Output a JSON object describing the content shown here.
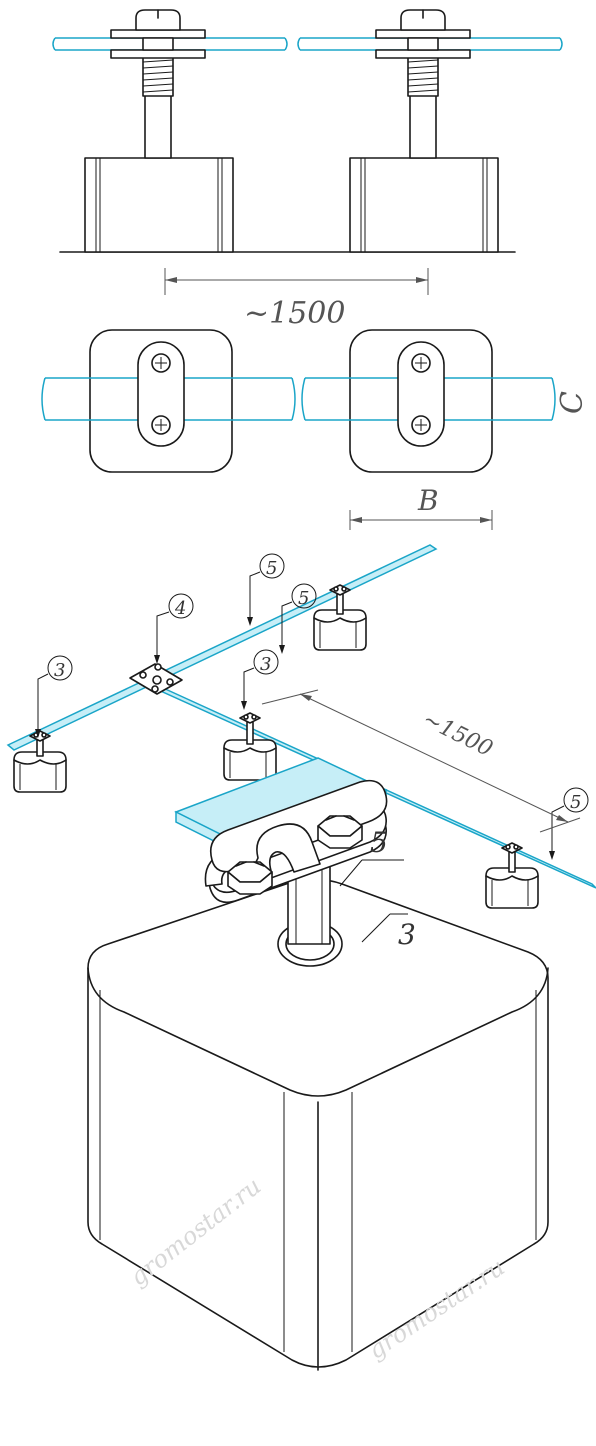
{
  "colors": {
    "line": "#1a1a1a",
    "conductor": "#1aa5c8",
    "conductor_fill": "#c6eef7",
    "dimension": "#555555",
    "watermark": "#d8d8d8"
  },
  "top_view": {
    "spacing_label": "~1500"
  },
  "plan_view": {
    "label_c": "C",
    "label_b": "B"
  },
  "iso_view": {
    "callouts": [
      "3",
      "4",
      "5",
      "5",
      "3",
      "5"
    ],
    "spacing_label": "~1500"
  },
  "detail_view": {
    "callout_conductor": "5",
    "callout_clamp": "3",
    "watermark_left": "gromostar.ru",
    "watermark_right": "gromostar.ru"
  }
}
